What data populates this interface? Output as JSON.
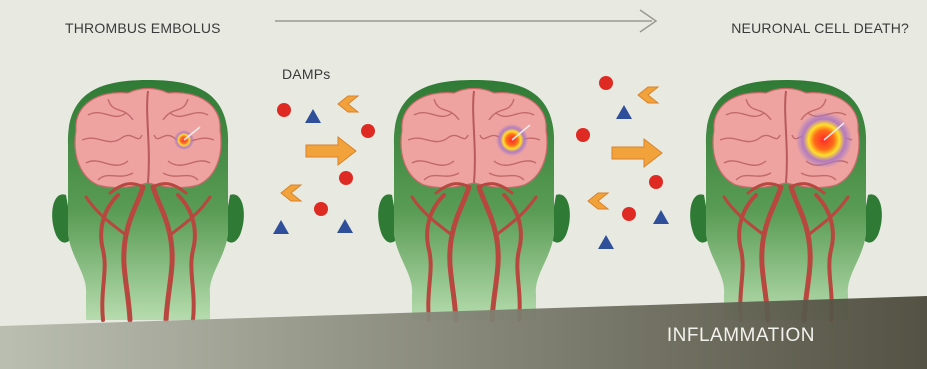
{
  "labels": {
    "left": "THROMBUS EMBOLUS",
    "right": "NEURONAL CELL DEATH?",
    "damps": "DAMPs",
    "inflammation": "INFLAMMATION"
  },
  "colors": {
    "background": "#e8eae2",
    "head_green": "#3f8a3f",
    "brain_pink": "#eea3a1",
    "artery_red": "#b8473f",
    "circle_red": "#de2a22",
    "triangle_blue": "#2f4f9a",
    "chevron_orange": "#f2a23a",
    "wedge_start": "#b8bcae",
    "wedge_end": "#4c4a3b"
  },
  "heads": [
    {
      "name": "head-stage-1",
      "lesion": "small"
    },
    {
      "name": "head-stage-2",
      "lesion": "medium"
    },
    {
      "name": "head-stage-3",
      "lesion": "large"
    }
  ]
}
